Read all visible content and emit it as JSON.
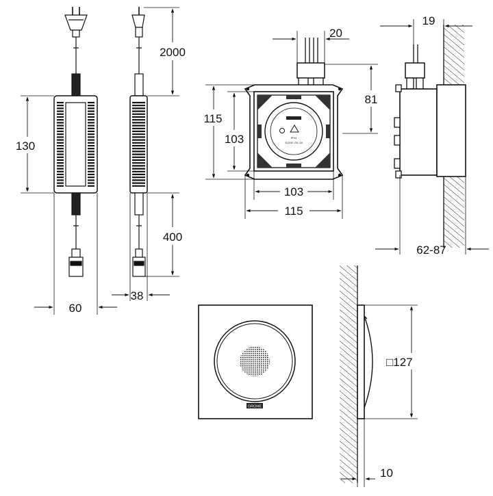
{
  "dimensions": {
    "adapter_width": "60",
    "adapter_height": "130",
    "adapter_depth": "38",
    "cable_top_length": "2000",
    "cable_bottom_length": "400",
    "box_outer_height": "115",
    "box_inner_height": "103",
    "box_inner_width": "103",
    "box_outer_width": "115",
    "box_top_offset": "20",
    "box_side_depth": "81",
    "side_top_offset": "19",
    "install_depth": "62-87",
    "plate_size": "□127",
    "plate_thickness": "10"
  },
  "marks": {
    "box_label_lines": [
      "IPX4",
      "S1200 -03 -18"
    ],
    "plate_logo": "GROHE"
  }
}
